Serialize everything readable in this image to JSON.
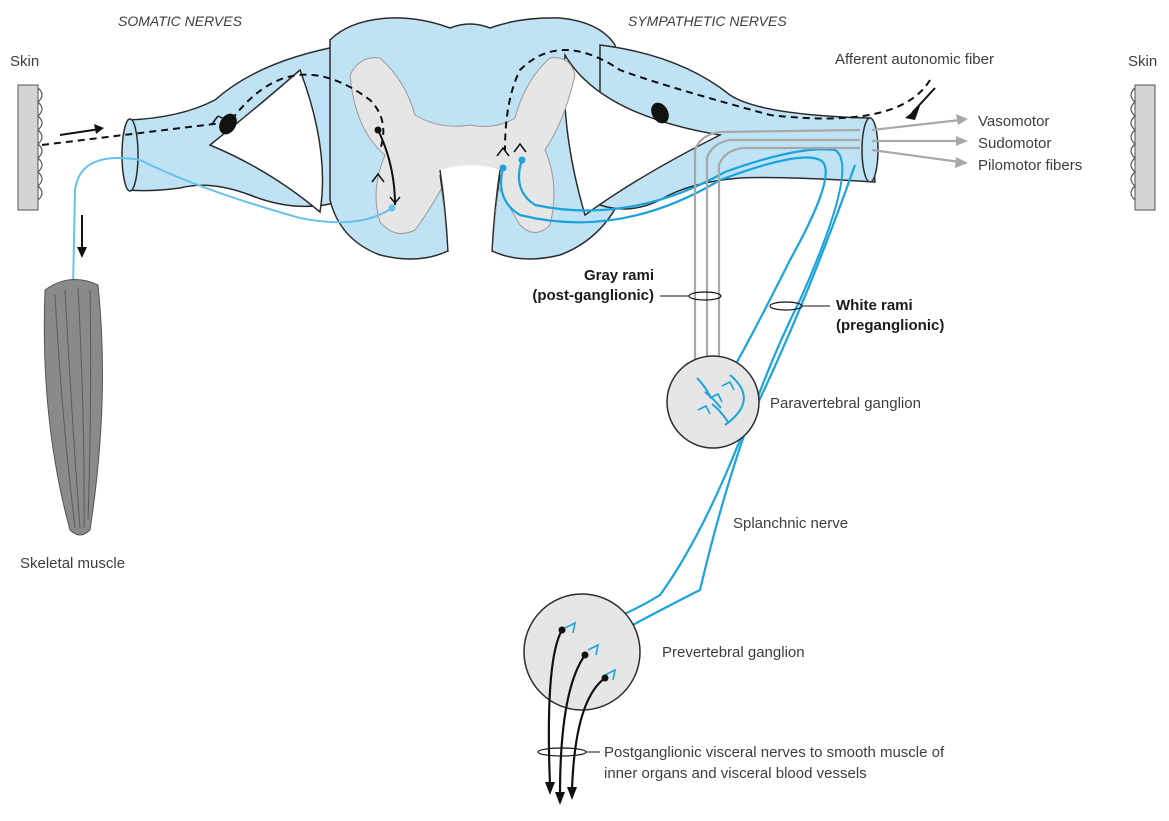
{
  "headings": {
    "somatic": "SOMATIC NERVES",
    "sympathetic": "SYMPATHETIC NERVES"
  },
  "labels": {
    "skin_left": "Skin",
    "skin_right": "Skin",
    "afferent": "Afferent autonomic fiber",
    "vasomotor": "Vasomotor",
    "sudomotor": "Sudomotor",
    "pilomotor": "Pilomotor fibers",
    "gray_rami_1": "Gray rami",
    "gray_rami_2": "(post-ganglionic)",
    "white_rami_1": "White rami",
    "white_rami_2": "(preganglionic)",
    "paravertebral": "Paravertebral ganglion",
    "splanchnic": "Splanchnic nerve",
    "skeletal_muscle": "Skeletal muscle",
    "prevertebral": "Prevertebral ganglion",
    "postganglionic_1": "Postganglionic visceral nerves to smooth muscle of",
    "postganglionic_2": "inner organs and visceral blood vessels"
  },
  "colors": {
    "nerve_fill": "#bfe3f5",
    "gray_matter": "#e6e6e6",
    "preganglionic_fiber": "#1aa3dd",
    "postganglionic_gray_fiber": "#a8a8a8",
    "afferent_fiber": "#000000",
    "muscle": "#8a8a8c"
  }
}
